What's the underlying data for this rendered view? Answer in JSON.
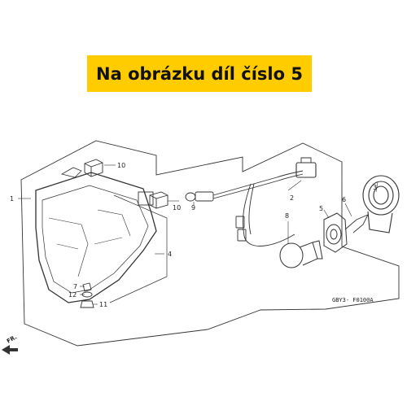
{
  "banner": {
    "text": "Na obrázku díl číslo 5",
    "color": "#ffcc00"
  },
  "callouts": [
    "1",
    "2",
    "3",
    "4",
    "5",
    "6",
    "7",
    "8",
    "9",
    "10",
    "10",
    "11",
    "12"
  ],
  "diagram_code": "GBY3- F0100A",
  "front_marker": "FR."
}
